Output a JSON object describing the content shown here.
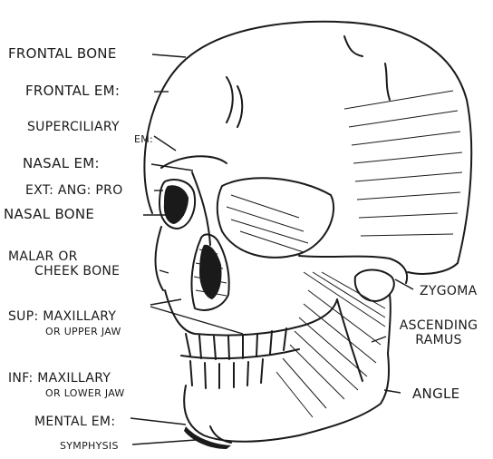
{
  "colors": {
    "ink": "#1a1a1a",
    "background": "#ffffff"
  },
  "labels": {
    "frontal_bone": "FRONTAL BONE",
    "frontal_em": "FRONTAL EM:",
    "superciliary_1": "SUPERCILIARY",
    "superciliary_2": "EM:",
    "nasal_em": "NASAL EM:",
    "ext_ang_pro": "EXT: ANG: PRO",
    "nasal_bone": "NASAL BONE",
    "malar_1": "MALAR OR",
    "malar_2": "CHEEK BONE",
    "sup_max_1": "SUP: MAXILLARY",
    "sup_max_2": "OR UPPER JAW",
    "inf_max_1": "INF: MAXILLARY",
    "inf_max_2": "OR LOWER JAW",
    "mental_em": "MENTAL EM:",
    "symphysis": "SYMPHYSIS",
    "zygoma": "ZYGOMA",
    "ascending_1": "ASCENDING",
    "ascending_2": "RAMUS",
    "angle": "ANGLE"
  }
}
